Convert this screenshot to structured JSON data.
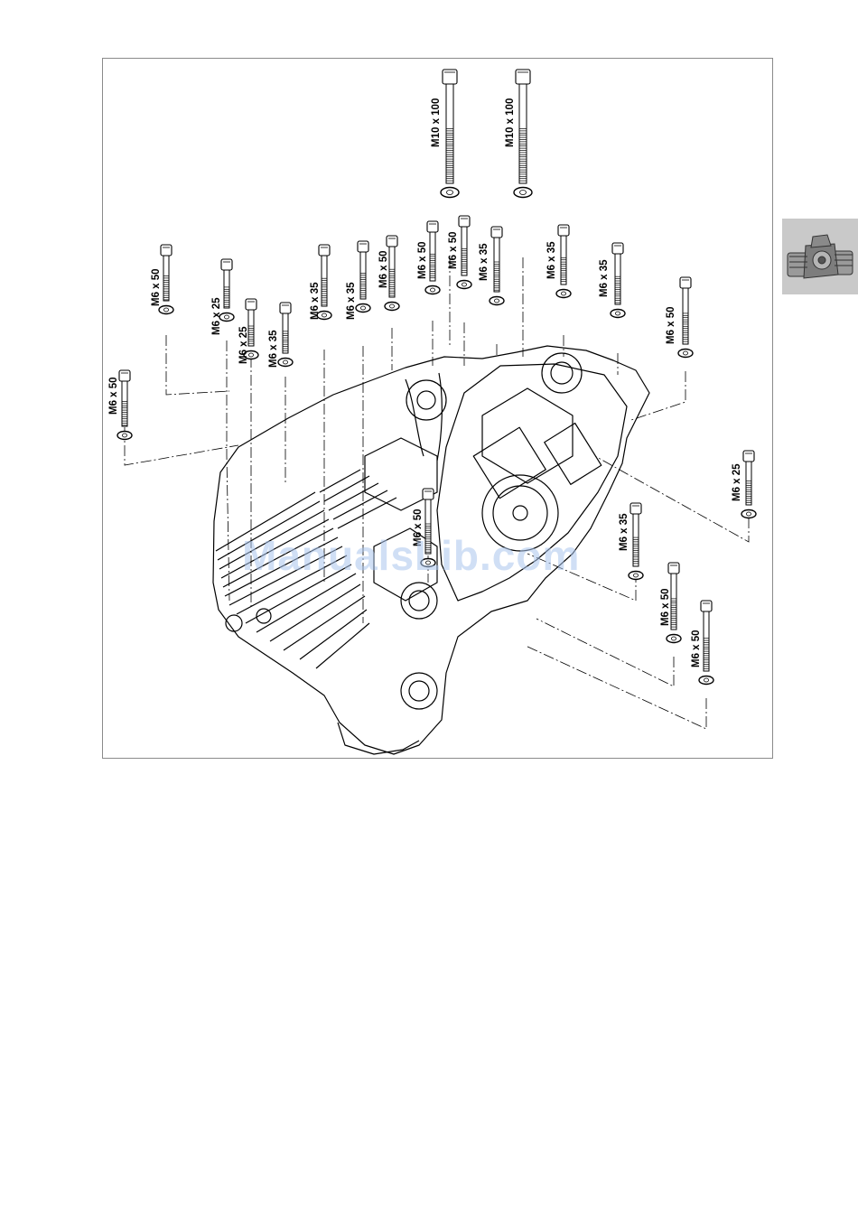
{
  "labels": {
    "b1": "M6 x 50",
    "b2": "M6 x 50",
    "b3": "M6 x 25",
    "b4": "M6 x 25",
    "b5": "M6 x 35",
    "b6": "M6 x 35",
    "b7": "M6 x 35",
    "b8": "M6 x 50",
    "b9": "M6 x 50",
    "b10": "M6 x 50",
    "b11": "M6 x 35",
    "b12": "M10 x 100",
    "b13": "M10 x 100",
    "b14": "M6 x 35",
    "b15": "M6 x 35",
    "b16": "M6 x 50",
    "b17": "M6 x 25",
    "b18": "M6 x 50",
    "b19": "M6 x 35",
    "b20": "M6 x 50",
    "b21": "M6 x 50"
  },
  "watermark": "ManualsLib.com",
  "thumbnail_icon": "engine-thumbnail-icon"
}
